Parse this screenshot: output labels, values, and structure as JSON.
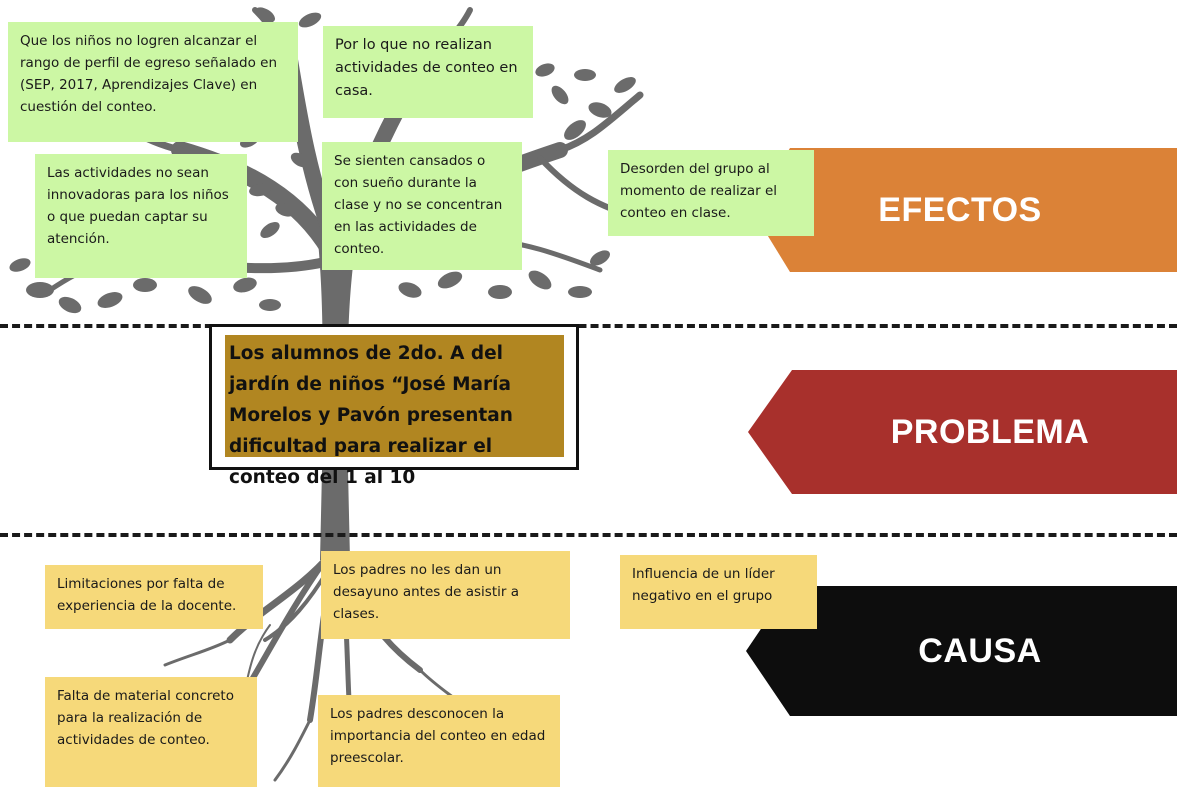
{
  "colors": {
    "tree": "#6b6b6b",
    "efectos_banner": "#db8237",
    "problema_banner": "#a8302c",
    "causa_banner": "#0d0d0d",
    "effect_note": "#ccf7a4",
    "cause_note": "#f6d97a",
    "problem_fill": "#b18621"
  },
  "banners": {
    "efectos": "EFECTOS",
    "problema": "PROBLEMA",
    "causa": "CAUSA"
  },
  "problem": "Los alumnos de 2do. A del jardín de niños “José María Morelos y Pavón presentan dificultad para realizar el conteo del 1 al 10",
  "effects": [
    "Que los niños no logren alcanzar el rango de perfil de egreso señalado en (SEP, 2017, Aprendizajes Clave) en cuestión del conteo.",
    "Por lo que no realizan actividades de conteo en casa.",
    "Las actividades no sean innovadoras para los niños o que puedan captar su atención.",
    "Se sienten cansados o con sueño durante la clase y no se concentran en las actividades de conteo.",
    "Desorden del grupo al momento de realizar el conteo en clase."
  ],
  "causes": [
    "Limitaciones por falta de experiencia de la docente.",
    "Los padres no les dan un desayuno antes de asistir a clases.",
    "Influencia de un líder negativo en el grupo",
    "Falta de material concreto para la realización de actividades de conteo.",
    "Los padres desconocen la importancia del conteo en edad preescolar."
  ]
}
